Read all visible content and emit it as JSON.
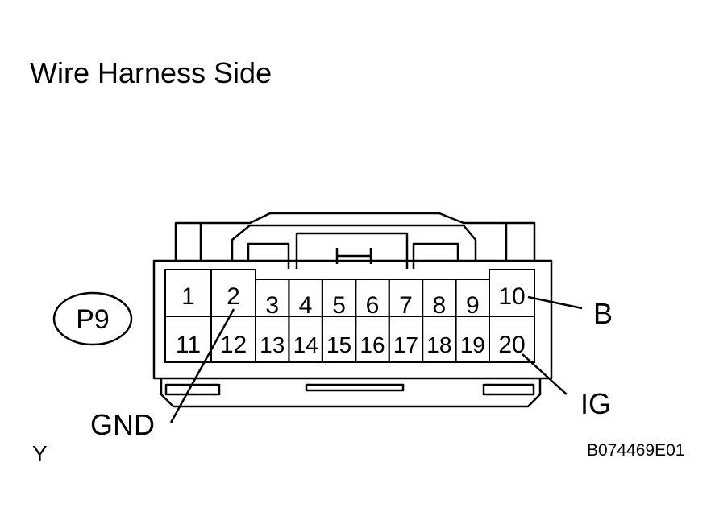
{
  "diagram": {
    "title": "Wire Harness Side",
    "connector_id": "P9",
    "corner_letter": "Y",
    "figure_code": "B074469E01",
    "pins_top": [
      "1",
      "2",
      "3",
      "4",
      "5",
      "6",
      "7",
      "8",
      "9",
      "10"
    ],
    "pins_bottom": [
      "11",
      "12",
      "13",
      "14",
      "15",
      "16",
      "17",
      "18",
      "19",
      "20"
    ],
    "callouts": {
      "gnd": "GND",
      "b": "B",
      "ig": "IG"
    }
  }
}
